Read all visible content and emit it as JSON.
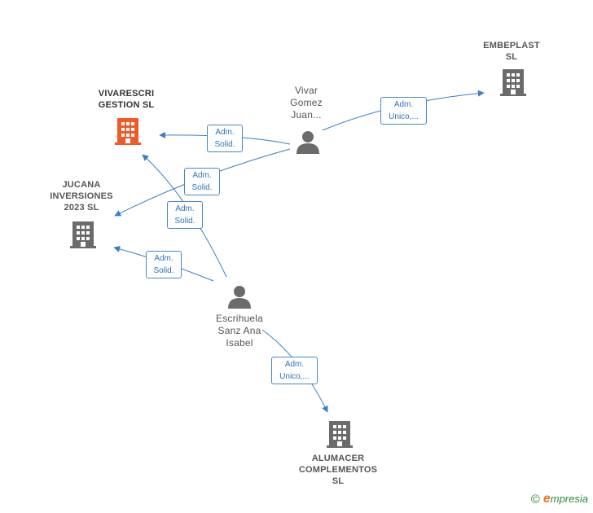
{
  "colors": {
    "edge": "#3b7dc8",
    "company_default": "#6b6b6b",
    "company_highlight": "#ee5a28",
    "person": "#6b6b6b"
  },
  "nodes": {
    "vivarescri": {
      "label": "VIVARESCRI\nGESTION  SL",
      "icon": "building-icon",
      "highlight": true
    },
    "embeplast": {
      "label": "EMBEPLAST\nSL",
      "icon": "building-icon"
    },
    "jucana": {
      "label": "JUCANA\nINVERSIONES\n2023  SL",
      "icon": "building-icon"
    },
    "alumacer": {
      "label": "ALUMACER\nCOMPLEMENTOS\nSL",
      "icon": "building-icon"
    },
    "vivar": {
      "label": "Vivar\nGomez\nJuan...",
      "icon": "person-icon"
    },
    "escrihuela": {
      "label": "Escrihuela\nSanz Ana\nIsabel",
      "icon": "person-icon"
    }
  },
  "edges": [
    {
      "id": "e1",
      "label": "Adm.\nSolid."
    },
    {
      "id": "e2",
      "label": "Adm.\nSolid."
    },
    {
      "id": "e3",
      "label": "Adm.\nUnico,..."
    },
    {
      "id": "e4",
      "label": "Adm.\nSolid."
    },
    {
      "id": "e5",
      "label": "Adm.\nSolid."
    },
    {
      "id": "e6",
      "label": "Adm.\nUnico,..."
    }
  ],
  "footer": {
    "copyright": "©",
    "brand_initial": "e",
    "brand_rest": "mpresia"
  }
}
